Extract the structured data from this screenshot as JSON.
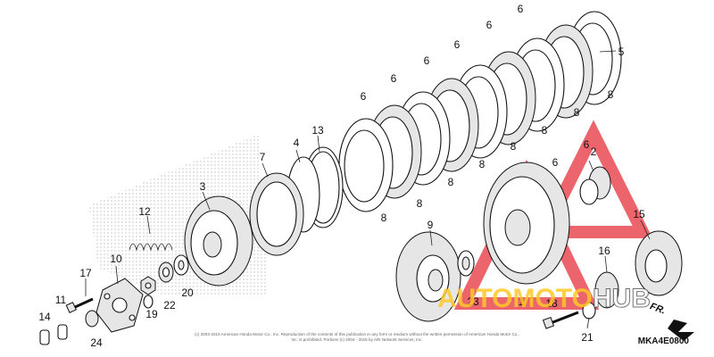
{
  "diagram": {
    "callouts": [
      {
        "id": "c1",
        "label": "1"
      },
      {
        "id": "c2",
        "label": "2"
      },
      {
        "id": "c3",
        "label": "3"
      },
      {
        "id": "c4",
        "label": "4"
      },
      {
        "id": "c5",
        "label": "5"
      },
      {
        "id": "c6a",
        "label": "6"
      },
      {
        "id": "c6b",
        "label": "6"
      },
      {
        "id": "c6c",
        "label": "6"
      },
      {
        "id": "c6d",
        "label": "6"
      },
      {
        "id": "c6e",
        "label": "6"
      },
      {
        "id": "c6f",
        "label": "6"
      },
      {
        "id": "c6g",
        "label": "6"
      },
      {
        "id": "c6h",
        "label": "6"
      },
      {
        "id": "c7",
        "label": "7"
      },
      {
        "id": "c8a",
        "label": "8"
      },
      {
        "id": "c8b",
        "label": "8"
      },
      {
        "id": "c8c",
        "label": "8"
      },
      {
        "id": "c8d",
        "label": "8"
      },
      {
        "id": "c8e",
        "label": "8"
      },
      {
        "id": "c8f",
        "label": "8"
      },
      {
        "id": "c8g",
        "label": "8"
      },
      {
        "id": "c8h",
        "label": "8"
      },
      {
        "id": "c9",
        "label": "9"
      },
      {
        "id": "c10",
        "label": "10"
      },
      {
        "id": "c11",
        "label": "11"
      },
      {
        "id": "c12",
        "label": "12"
      },
      {
        "id": "c13",
        "label": "13"
      },
      {
        "id": "c14",
        "label": "14"
      },
      {
        "id": "c15",
        "label": "15"
      },
      {
        "id": "c16",
        "label": "16"
      },
      {
        "id": "c17",
        "label": "17"
      },
      {
        "id": "c18",
        "label": "18"
      },
      {
        "id": "c19",
        "label": "19"
      },
      {
        "id": "c20",
        "label": "20"
      },
      {
        "id": "c21",
        "label": "21"
      },
      {
        "id": "c22",
        "label": "22"
      },
      {
        "id": "c23",
        "label": "23"
      },
      {
        "id": "c24",
        "label": "24"
      }
    ],
    "diagram_code": "MKA4E0800",
    "direction_label": "FR.",
    "copyright": "(c) 2003-2015 American Honda Motor Co., Inc. Reproduction of the contents of this publication in any form or medium without the written permission of American Honda Motor Co., Inc. is prohibited. Portions (c) 2004 - 2015 by ARI Network Services, Inc.",
    "watermark": {
      "text_main": "AUTOMOTO",
      "text_suffix": "HUB"
    },
    "colors": {
      "watermark_red": "#e8323c",
      "watermark_yellow": "#ffc828",
      "line": "#111111"
    }
  }
}
